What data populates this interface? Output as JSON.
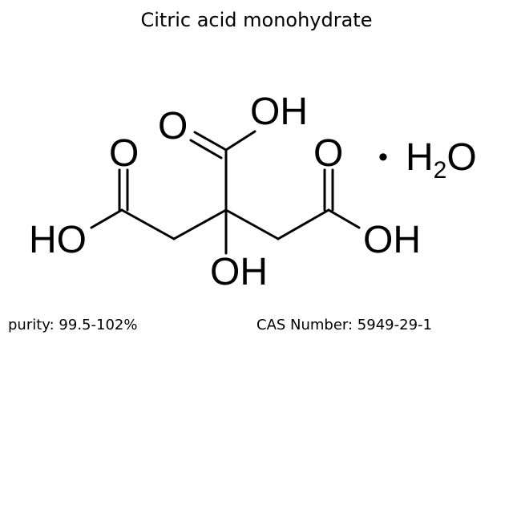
{
  "title": "Citric acid monohydrate",
  "structure": {
    "atom_labels": {
      "top_carbonyl_o": "O",
      "top_hydroxyl": "OH",
      "left_carbonyl_o": "O",
      "left_hydroxyl": "HO",
      "center_hydroxyl": "OH",
      "right_carbonyl_o": "O",
      "right_hydroxyl": "OH"
    },
    "hydrate": {
      "separator": "•",
      "h": "H",
      "subscript": "2",
      "o": "O"
    }
  },
  "info": {
    "purity": "purity: 99.5-102%",
    "cas": "CAS Number: 5949-29-1"
  }
}
